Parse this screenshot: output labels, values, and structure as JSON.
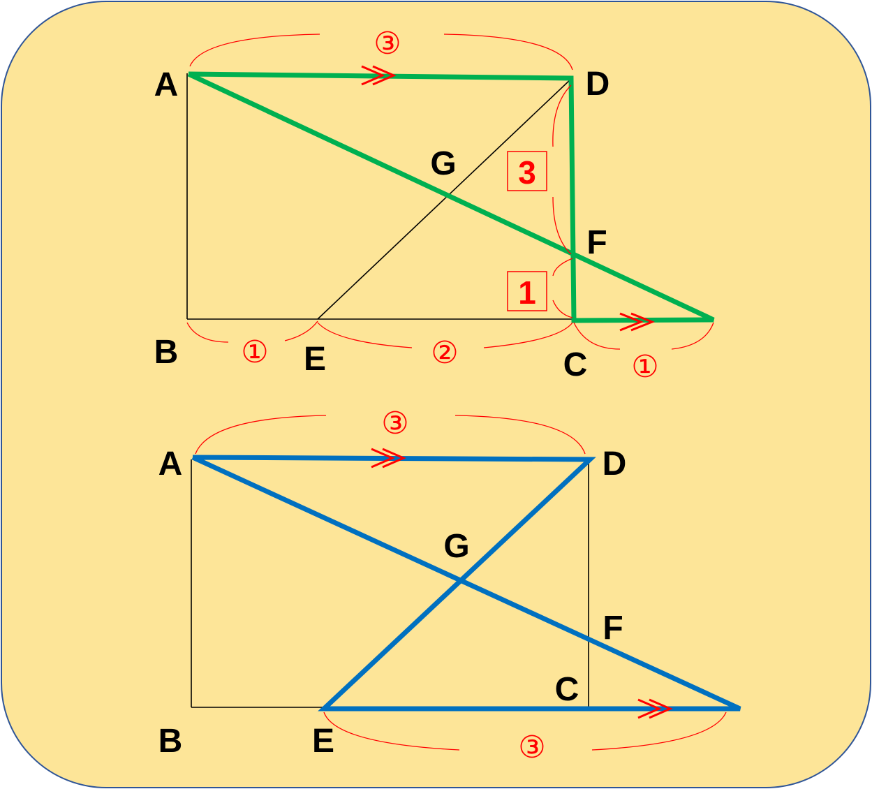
{
  "colors": {
    "background": "#fde598",
    "border": "#2f5597",
    "figure1_highlight": "#00b050",
    "figure2_highlight": "#0070c0",
    "annotation": "#ff0000",
    "outline": "#000000"
  },
  "figure1": {
    "points": {
      "A": "A",
      "B": "B",
      "C": "C",
      "D": "D",
      "E": "E",
      "F": "F",
      "G": "G"
    },
    "ratios": {
      "ad": "③",
      "be": "①",
      "ec": "②",
      "c_ext": "①",
      "df": "3",
      "fc": "1"
    }
  },
  "figure2": {
    "points": {
      "A": "A",
      "B": "B",
      "C": "C",
      "D": "D",
      "E": "E",
      "F": "F",
      "G": "G"
    },
    "ratios": {
      "ad": "③",
      "e_ext": "③"
    }
  }
}
